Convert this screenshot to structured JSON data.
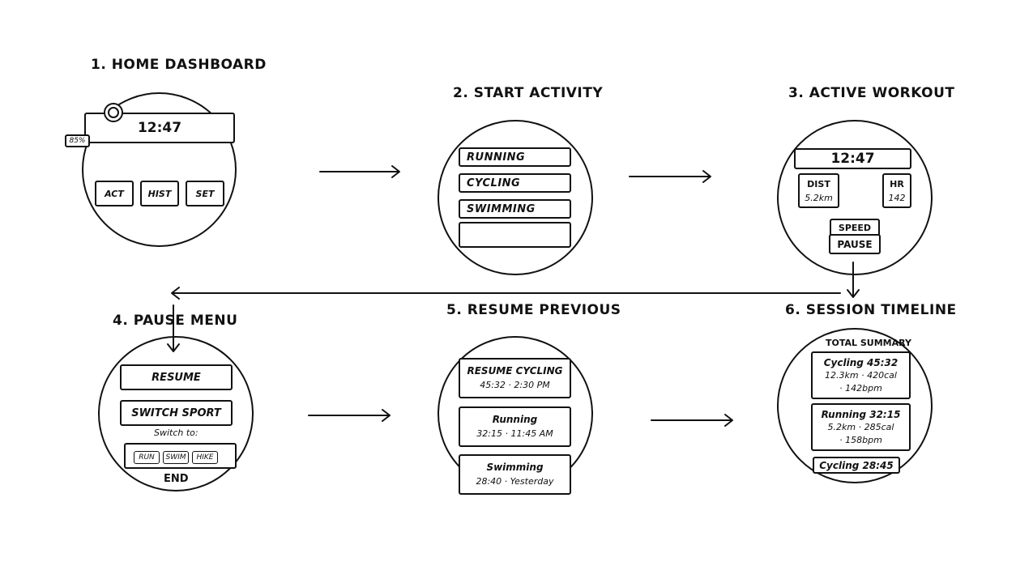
{
  "screens": {
    "home": {
      "title": "1. HOME DASHBOARD",
      "time": "12:47",
      "battery": "85%",
      "buttons": [
        "ACT",
        "HIST",
        "SET"
      ]
    },
    "start": {
      "title": "2. START ACTIVITY",
      "items": [
        "RUNNING",
        "CYCLING",
        "SWIMMING",
        ""
      ]
    },
    "active": {
      "title": "3. ACTIVE WORKOUT",
      "time": "12:47",
      "dist_label": "DIST",
      "dist_value": "5.2km",
      "hr_label": "HR",
      "hr_value": "142",
      "speed_label": "SPEED",
      "pause_label": "PAUSE"
    },
    "pause": {
      "title": "4. PAUSE MENU",
      "resume": "RESUME",
      "switch": "SWITCH SPORT",
      "switch_to": "Switch to:",
      "sports": [
        "RUN",
        "SWIM",
        "HIKE"
      ],
      "end": "END"
    },
    "resume": {
      "title": "5. RESUME PREVIOUS",
      "cards": [
        {
          "title": "RESUME CYCLING",
          "sub": "45:32 · 2:30 PM"
        },
        {
          "title": "Running",
          "sub": "32:15 · 11:45 AM"
        },
        {
          "title": "Swimming",
          "sub": "28:40 · Yesterday"
        }
      ]
    },
    "timeline": {
      "title": "6. SESSION TIMELINE",
      "summary": "TOTAL SUMMARY",
      "sessions": [
        {
          "title": "Cycling 45:32",
          "line1": "12.3km · 420cal",
          "line2": "· 142bpm"
        },
        {
          "title": "Running 32:15",
          "line1": "5.2km · 285cal",
          "line2": "· 158bpm"
        },
        {
          "title": "Cycling 28:45"
        }
      ]
    }
  }
}
